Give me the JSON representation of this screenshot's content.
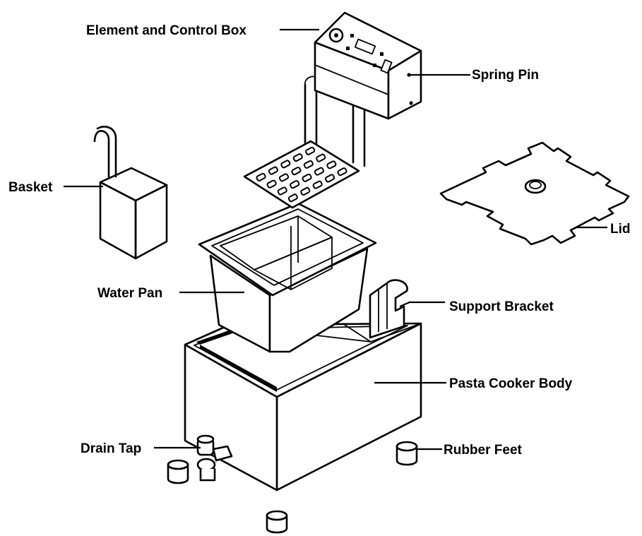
{
  "labels": {
    "control_box": "Element and Control Box",
    "spring_pin": "Spring Pin",
    "basket": "Basket",
    "lid": "Lid",
    "water_pan": "Water Pan",
    "support_bracket": "Support Bracket",
    "body": "Pasta Cooker Body",
    "drain_tap": "Drain Tap",
    "rubber_feet": "Rubber Feet"
  }
}
